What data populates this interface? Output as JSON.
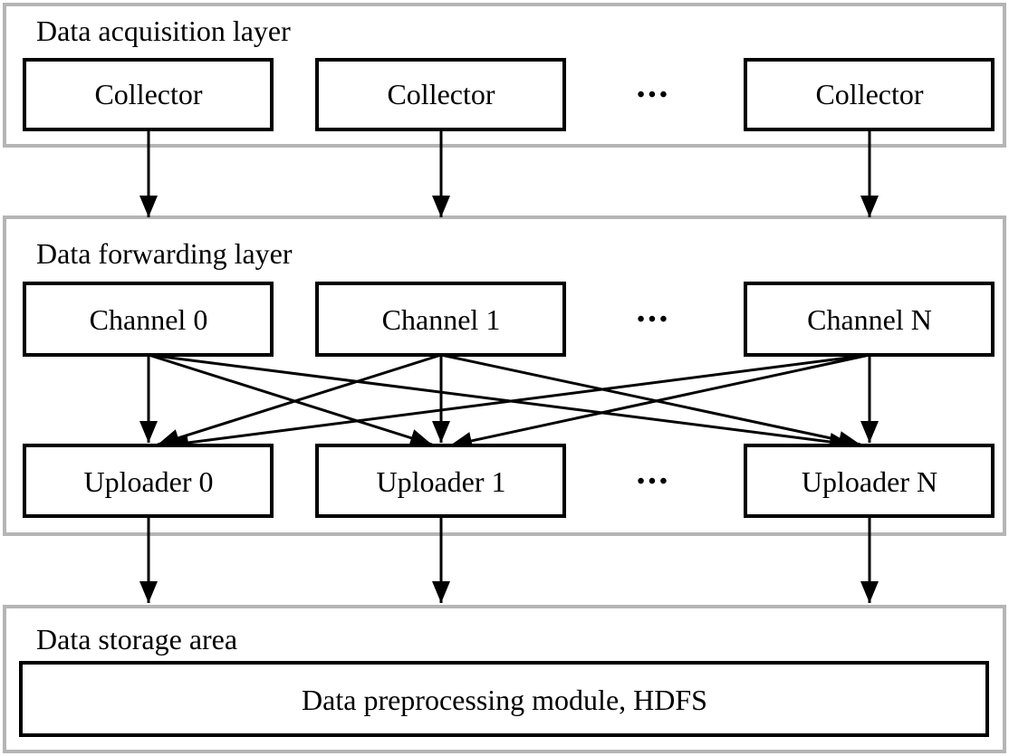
{
  "diagram": {
    "acquisition": {
      "title": "Data acquisition layer",
      "collectors": [
        "Collector",
        "Collector",
        "Collector"
      ],
      "ellipsis": "•••"
    },
    "forwarding": {
      "title": "Data forwarding layer",
      "channels": [
        "Channel 0",
        "Channel 1",
        "Channel N"
      ],
      "channels_ellipsis": "•••",
      "uploaders": [
        "Uploader 0",
        "Uploader 1",
        "Uploader N"
      ],
      "uploaders_ellipsis": "•••"
    },
    "storage": {
      "title": "Data storage area",
      "module": "Data preprocessing module, HDFS"
    },
    "colors": {
      "container_border": "#b5b5b5",
      "node_border": "#000000",
      "arrow": "#000000",
      "text": "#000000",
      "background": "#ffffff"
    }
  }
}
